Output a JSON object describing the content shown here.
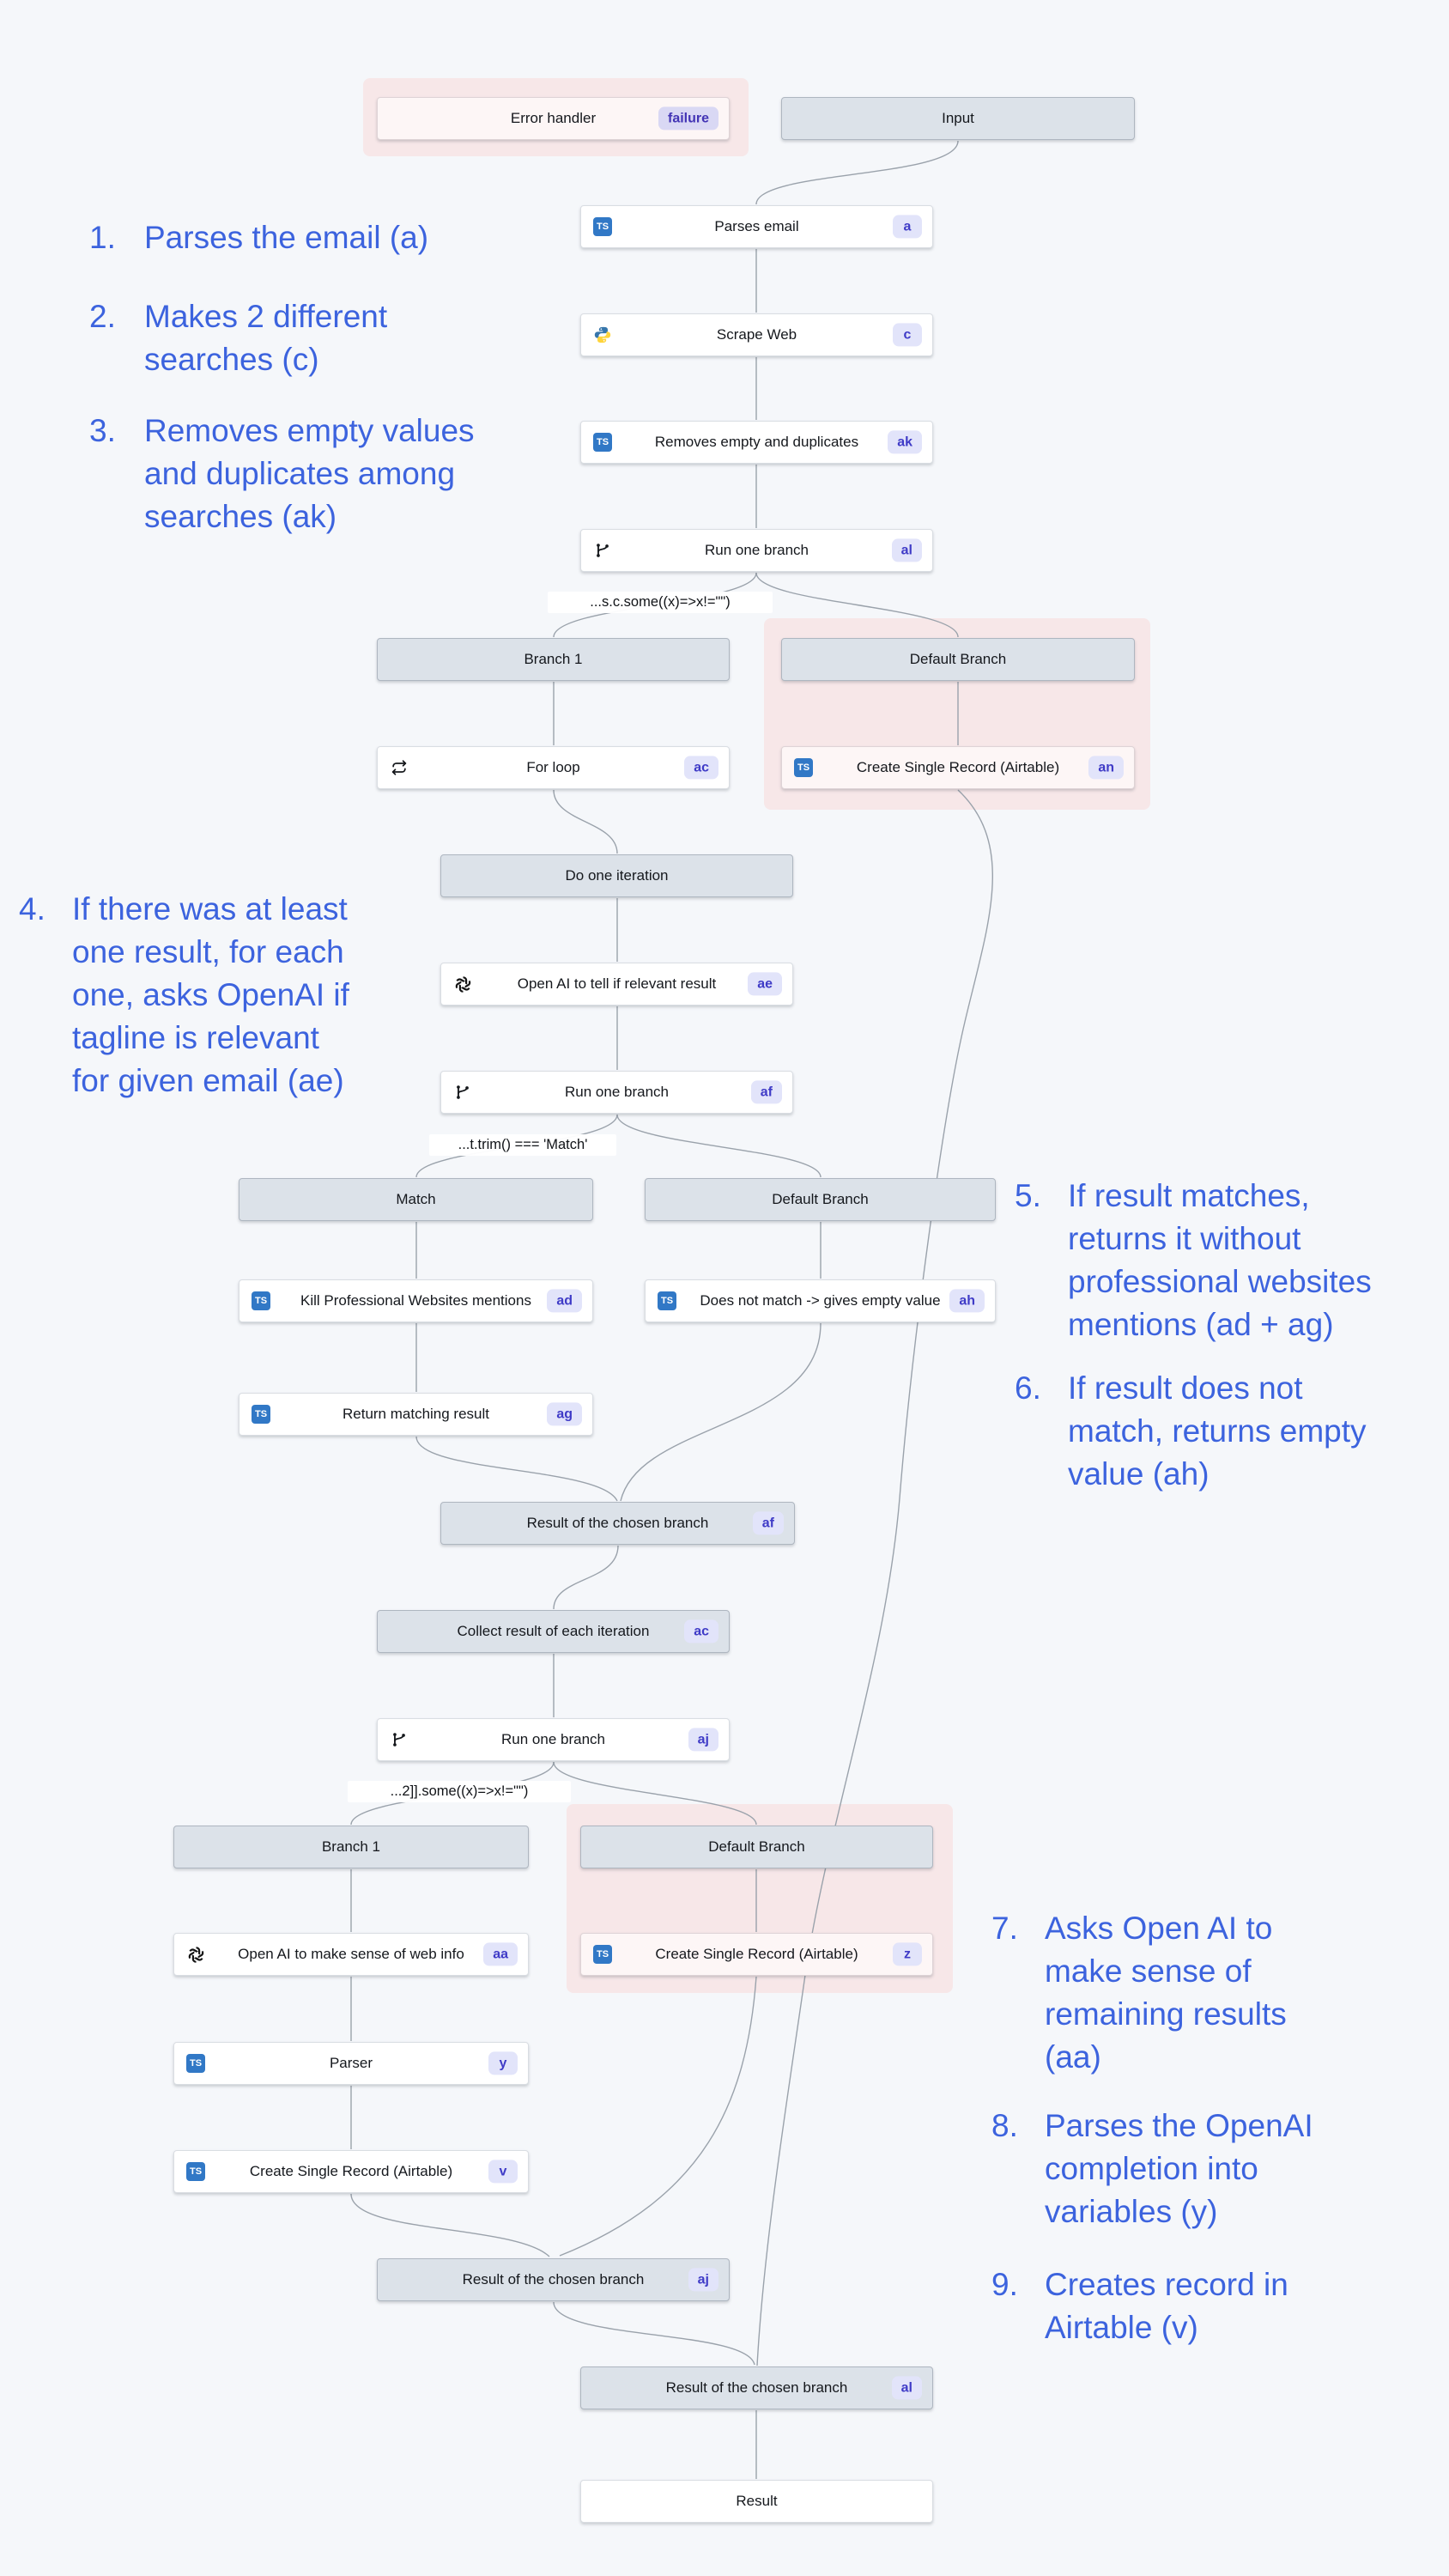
{
  "colors": {
    "page_bg": "#f5f7fa",
    "annotation_text": "#3c63de",
    "connector": "#9aa2ab",
    "node_white": "#ffffff",
    "node_gray": "#dce2e9",
    "node_pink_tint": "#fdf6f6",
    "container_pink": "#f7e7e8",
    "badge_bg": "#e2e4fa",
    "badge_text": "#3f3bc7",
    "failure_badge_bg": "#d9d8f4",
    "failure_badge_text": "#4334b5",
    "ts_icon_blue": "#3178c6",
    "python_blue": "#3776ab",
    "python_yellow": "#ffd43b"
  },
  "nodes": [
    {
      "id": "error-handler",
      "label": "Error handler",
      "badge": "failure",
      "badge_kind": "failure",
      "icon": "none",
      "kind": "pink"
    },
    {
      "id": "input",
      "label": "Input",
      "badge": "",
      "icon": "none",
      "kind": "gray"
    },
    {
      "id": "parses-email",
      "label": "Parses email",
      "badge": "a",
      "icon": "ts",
      "kind": "white"
    },
    {
      "id": "scrape-web",
      "label": "Scrape Web",
      "badge": "c",
      "icon": "python",
      "kind": "white"
    },
    {
      "id": "removes-empty-and-duplicates",
      "label": "Removes empty and duplicates",
      "badge": "ak",
      "icon": "ts",
      "kind": "white"
    },
    {
      "id": "run-one-branch-al",
      "label": "Run one branch",
      "badge": "al",
      "icon": "branch",
      "kind": "white"
    },
    {
      "id": "branch-1-top",
      "label": "Branch 1",
      "badge": "",
      "icon": "none",
      "kind": "gray"
    },
    {
      "id": "default-branch-top",
      "label": "Default Branch",
      "badge": "",
      "icon": "none",
      "kind": "gray"
    },
    {
      "id": "for-loop",
      "label": "For loop",
      "badge": "ac",
      "icon": "loop",
      "kind": "white"
    },
    {
      "id": "create-single-record-an",
      "label": "Create Single Record (Airtable)",
      "badge": "an",
      "icon": "ts",
      "kind": "pink"
    },
    {
      "id": "do-one-iteration",
      "label": "Do one iteration",
      "badge": "",
      "icon": "none",
      "kind": "gray"
    },
    {
      "id": "openai-relevant-ae",
      "label": "Open AI to tell if relevant result",
      "badge": "ae",
      "icon": "openai",
      "kind": "white"
    },
    {
      "id": "run-one-branch-af",
      "label": "Run one branch",
      "badge": "af",
      "icon": "branch",
      "kind": "white"
    },
    {
      "id": "match",
      "label": "Match",
      "badge": "",
      "icon": "none",
      "kind": "gray"
    },
    {
      "id": "default-branch-mid",
      "label": "Default Branch",
      "badge": "",
      "icon": "none",
      "kind": "gray"
    },
    {
      "id": "kill-professional-websites-ad",
      "label": "Kill Professional Websites mentions",
      "badge": "ad",
      "icon": "ts",
      "kind": "white"
    },
    {
      "id": "does-not-match-ah",
      "label": "Does not match -> gives empty value",
      "badge": "ah",
      "icon": "ts",
      "kind": "white"
    },
    {
      "id": "return-matching-result-ag",
      "label": "Return matching result",
      "badge": "ag",
      "icon": "ts",
      "kind": "white"
    },
    {
      "id": "result-chosen-branch-af",
      "label": "Result of the chosen branch",
      "badge": "af",
      "icon": "none",
      "kind": "gray"
    },
    {
      "id": "collect-result-ac",
      "label": "Collect result of each iteration",
      "badge": "ac",
      "icon": "none",
      "kind": "gray"
    },
    {
      "id": "run-one-branch-aj",
      "label": "Run one branch",
      "badge": "aj",
      "icon": "branch",
      "kind": "white"
    },
    {
      "id": "branch-1-bottom",
      "label": "Branch 1",
      "badge": "",
      "icon": "none",
      "kind": "gray"
    },
    {
      "id": "default-branch-bottom",
      "label": "Default Branch",
      "badge": "",
      "icon": "none",
      "kind": "gray"
    },
    {
      "id": "openai-web-info-aa",
      "label": "Open AI to make sense of web info",
      "badge": "aa",
      "icon": "openai",
      "kind": "white"
    },
    {
      "id": "create-single-record-z",
      "label": "Create Single Record (Airtable)",
      "badge": "z",
      "icon": "ts",
      "kind": "pink"
    },
    {
      "id": "parser-y",
      "label": "Parser",
      "badge": "y",
      "icon": "ts",
      "kind": "white"
    },
    {
      "id": "create-single-record-v",
      "label": "Create Single Record (Airtable)",
      "badge": "v",
      "icon": "ts",
      "kind": "white"
    },
    {
      "id": "result-chosen-branch-aj",
      "label": "Result of the chosen branch",
      "badge": "aj",
      "icon": "none",
      "kind": "gray"
    },
    {
      "id": "result-chosen-branch-al",
      "label": "Result of the chosen branch",
      "badge": "al",
      "icon": "none",
      "kind": "gray"
    },
    {
      "id": "result",
      "label": "Result",
      "badge": "",
      "icon": "none",
      "kind": "white"
    }
  ],
  "conditions": [
    {
      "id": "cond-some-search",
      "text": "...s.c.some((x)=>x!=\"\")"
    },
    {
      "id": "cond-trim-match",
      "text": "...t.trim() === 'Match'"
    },
    {
      "id": "cond-some-2",
      "text": "...2]].some((x)=>x!=\"\")"
    }
  ],
  "annotations": [
    {
      "num": "1.",
      "lines": [
        "Parses the email (a)"
      ]
    },
    {
      "num": "2.",
      "lines": [
        "Makes 2 different",
        "searches (c)"
      ]
    },
    {
      "num": "3.",
      "lines": [
        "Removes empty values",
        "and duplicates among",
        "searches (ak)"
      ]
    },
    {
      "num": "4.",
      "lines": [
        "If there was at least",
        "one result, for each",
        "one, asks OpenAI if",
        "tagline is relevant",
        "for given email (ae)"
      ]
    },
    {
      "num": "5.",
      "lines": [
        "If result matches,",
        "returns it without",
        "professional websites",
        "mentions (ad + ag)"
      ]
    },
    {
      "num": "6.",
      "lines": [
        "If result does not",
        "match, returns empty",
        "value (ah)"
      ]
    },
    {
      "num": "7.",
      "lines": [
        "Asks Open AI to",
        "make sense of",
        "remaining results",
        "(aa)"
      ]
    },
    {
      "num": "8.",
      "lines": [
        "Parses the OpenAI",
        "completion into",
        "variables (y)"
      ]
    },
    {
      "num": "9.",
      "lines": [
        "Creates record in",
        "Airtable (v)"
      ]
    }
  ]
}
